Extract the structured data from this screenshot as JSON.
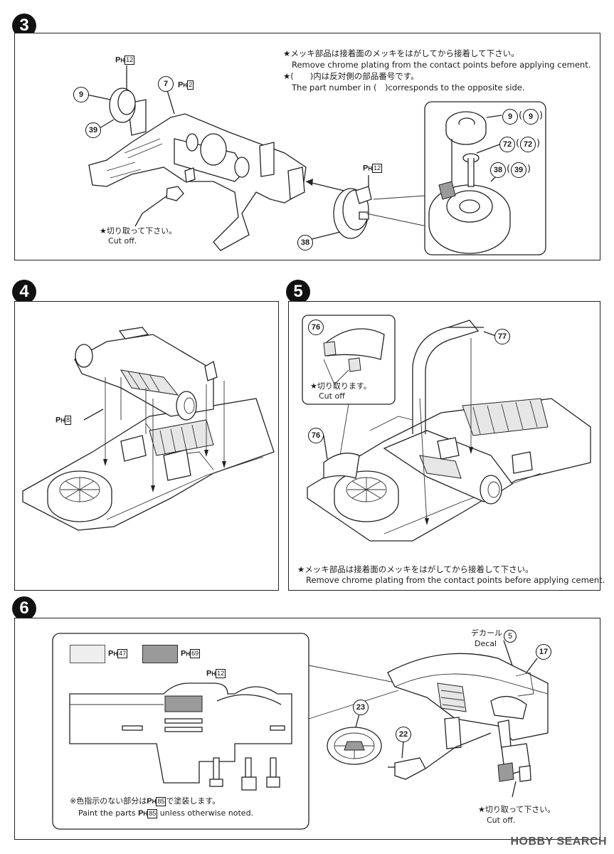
{
  "steps": [
    {
      "number": "3"
    },
    {
      "number": "4"
    },
    {
      "number": "5"
    },
    {
      "number": "6"
    }
  ],
  "step3": {
    "note_jp_1": "★メッキ部品は接着面のメッキをはがしてから接着して下さい。",
    "note_en_1": "Remove chrome plating from the contact points before applying cement.",
    "note_jp_2": "★(　　)内は反対側の部品番号です。",
    "note_en_2": "The part number in (　)corresponds to the opposite side.",
    "cut_jp": "★切り取って下さい。",
    "cut_en": "Cut off.",
    "parts": {
      "p9": "9",
      "p39": "39",
      "p7": "7",
      "p38": "38",
      "p9b": "9",
      "p9c": "9",
      "p72": "72",
      "p72b": "72",
      "p38b": "38",
      "p39b": "39"
    },
    "paint": {
      "a": "12",
      "b": "2",
      "c": "12"
    },
    "paren_open": "(",
    "paren_close": ")"
  },
  "step4": {
    "paint": "8"
  },
  "step5": {
    "parts": {
      "p76": "76",
      "p76b": "76",
      "p77": "77"
    },
    "cut_jp": "★切り取ります。",
    "cut_en": "Cut off",
    "note_jp": "★メッキ部品は接着面のメッキをはがしてから接着して下さい。",
    "note_en": "Remove chrome plating from the contact points before applying cement."
  },
  "step6": {
    "paint_swatch_1": "47",
    "paint_swatch_2": "69",
    "paint_panel": "12",
    "decal_jp": "デカール",
    "decal_en": "Decal",
    "decal_no": "5",
    "parts": {
      "p17": "17",
      "p22": "22",
      "p23": "23"
    },
    "note_jp_pre": "※色指示のない部分は",
    "note_jp_num": "85",
    "note_jp_post": "で塗装します。",
    "note_en_pre": "Paint the parts",
    "note_en_num": "85",
    "note_en_post": "unless otherwise noted.",
    "cut_jp": "★切り取って下さい。",
    "cut_en": "Cut off."
  },
  "paint_prefix": "P",
  "paint_sub": "H",
  "watermark": "HOBBY SEARCH",
  "colors": {
    "swatch_light": "#eeeeee",
    "swatch_dark": "#9a9a9a",
    "ink": "#1a1a1a"
  }
}
